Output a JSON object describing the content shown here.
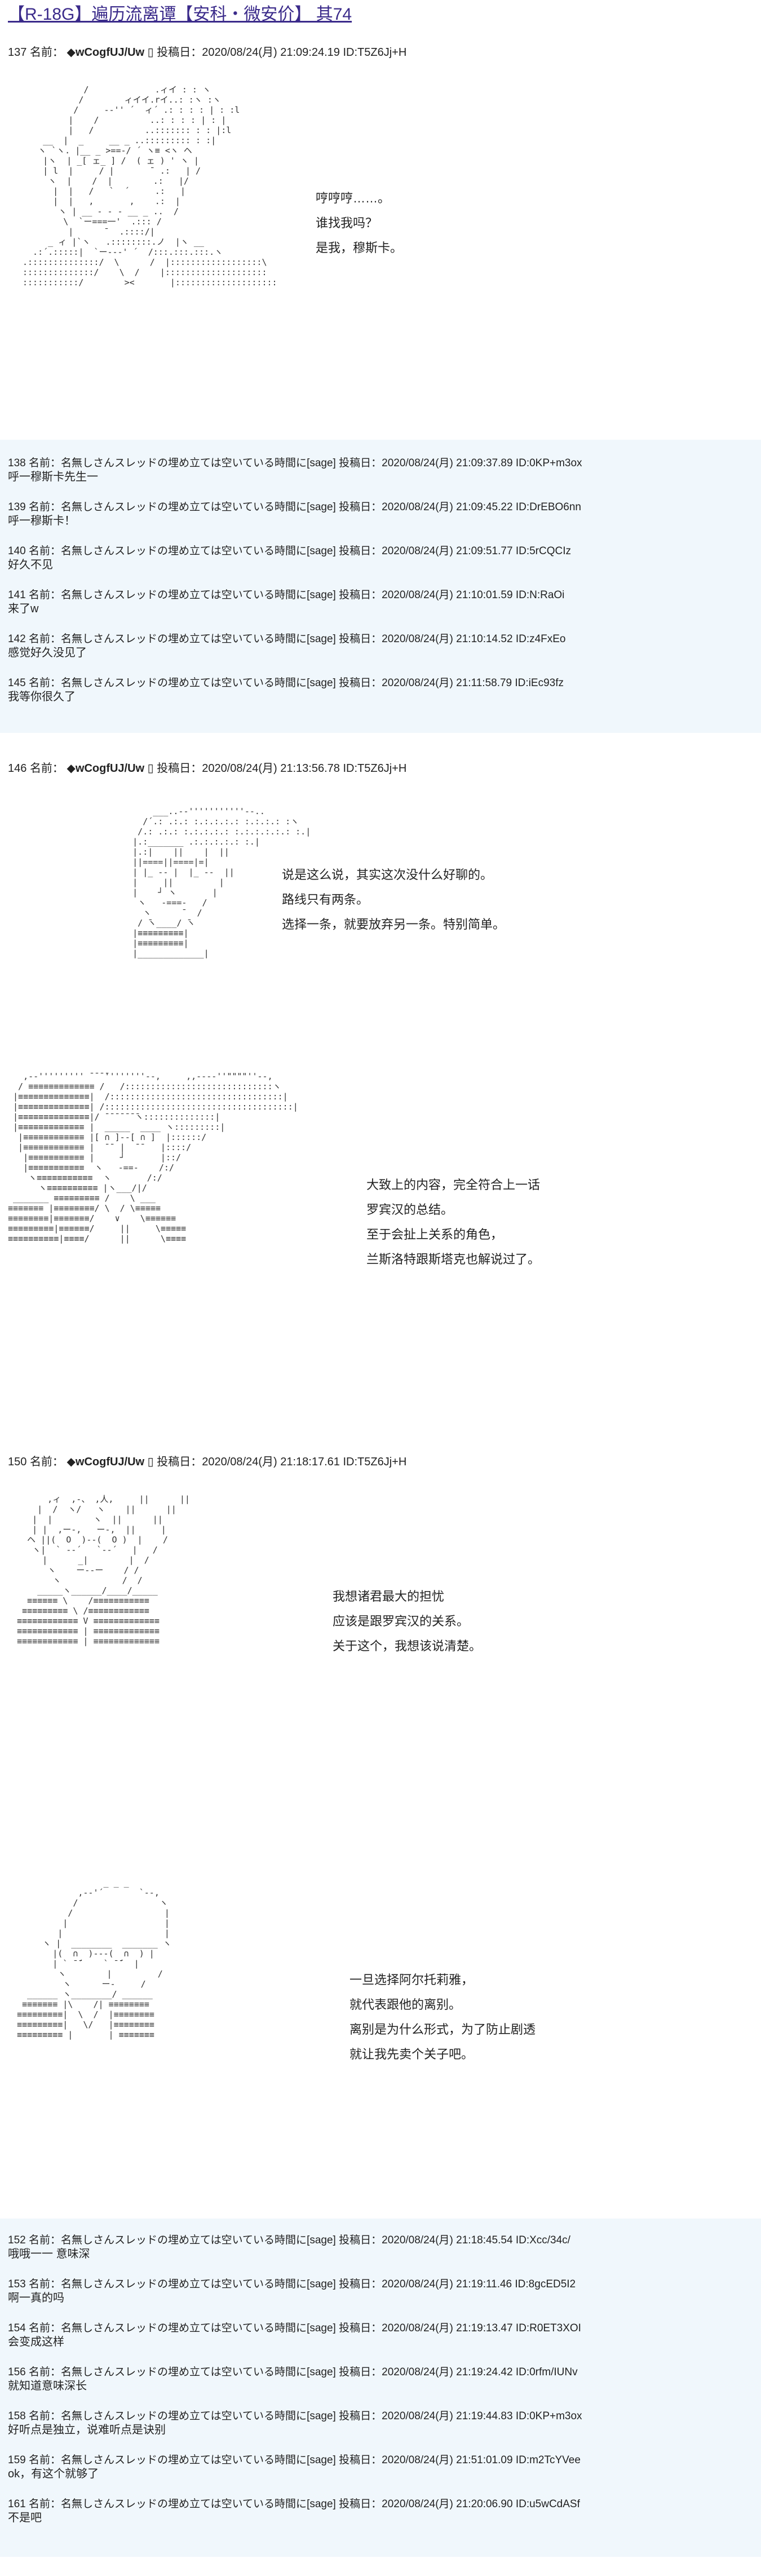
{
  "title": "【R-18G】遍历流离谭【安科・微安价】 其74",
  "name_label": "名前：",
  "date_label": "投稿日：",
  "op_name": "◆wCogfUJ/Uw",
  "op_mark": "▯",
  "posts": [
    {
      "no": "137",
      "date": "2020/08/24(月) 21:09:24.19",
      "id": "ID:T5Z6Jj+H",
      "lines": [
        "哼哼哼……。",
        "谁找我吗？",
        "是我，穆斯卡。"
      ]
    },
    {
      "no": "146",
      "date": "2020/08/24(月) 21:13:56.78",
      "id": "ID:T5Z6Jj+H",
      "lines": [
        "说是这么说，其实这次没什么好聊的。",
        "路线只有两条。",
        "选择一条，就要放弃另一条。特别简单。"
      ],
      "lines2": [
        "大致上的内容，完全符合上一话",
        "罗宾汉的总结。",
        "至于会扯上关系的角色，",
        "兰斯洛特跟斯塔克也解说过了。"
      ]
    },
    {
      "no": "150",
      "date": "2020/08/24(月) 21:18:17.61",
      "id": "ID:T5Z6Jj+H",
      "lines": [
        "我想诸君最大的担忧",
        "应该是跟罗宾汉的关系。",
        "关于这个，我想该说清楚。"
      ],
      "lines2": [
        "一旦选择阿尔托莉雅，",
        "就代表跟他的离别。",
        "离别是为什么形式，为了防止剧透",
        "就让我先卖个关子吧。"
      ]
    }
  ],
  "reply_name": "名無しさんスレッドの埋め立ては空いている時間に",
  "sage": "[sage]",
  "replies_a": [
    {
      "no": "138",
      "date": "2020/08/24(月) 21:09:37.89",
      "id": "ID:0KP+m3ox",
      "text": "呼一穆斯卡先生一"
    },
    {
      "no": "139",
      "date": "2020/08/24(月) 21:09:45.22",
      "id": "ID:DrEBO6nn",
      "text": "呼一穆斯卡！"
    },
    {
      "no": "140",
      "date": "2020/08/24(月) 21:09:51.77",
      "id": "ID:5rCQCIz",
      "text": "好久不见"
    },
    {
      "no": "141",
      "date": "2020/08/24(月) 21:10:01.59",
      "id": "ID:N:RaOi",
      "text": "来了w"
    },
    {
      "no": "142",
      "date": "2020/08/24(月) 21:10:14.52",
      "id": "ID:z4FxEo",
      "text": "感觉好久没见了"
    },
    {
      "no": "145",
      "date": "2020/08/24(月) 21:11:58.79",
      "id": "ID:iEc93fz",
      "text": "我等你很久了"
    }
  ],
  "replies_b": [
    {
      "no": "152",
      "date": "2020/08/24(月) 21:18:45.54",
      "id": "ID:Xcc/34c/",
      "text": "哦哦一一 意味深"
    },
    {
      "no": "153",
      "date": "2020/08/24(月) 21:19:11.46",
      "id": "ID:8gcED5I2",
      "text": "啊一真的吗"
    },
    {
      "no": "154",
      "date": "2020/08/24(月) 21:19:13.47",
      "id": "ID:R0ET3XOI",
      "text": "会变成这样"
    },
    {
      "no": "156",
      "date": "2020/08/24(月) 21:19:24.42",
      "id": "ID:0rfm/IUNv",
      "text": "就知道意味深长"
    },
    {
      "no": "158",
      "date": "2020/08/24(月) 21:19:44.83",
      "id": "ID:0KP+m3ox",
      "text": "好听点是独立，说难听点是诀别"
    },
    {
      "no": "159",
      "date": "2020/08/24(月) 21:51:01.09",
      "id": "ID:m2TcYVee",
      "text": "ok，有这个就够了"
    },
    {
      "no": "161",
      "date": "2020/08/24(月) 21:20:06.90",
      "id": "ID:u5wCdASf",
      "text": "不是吧"
    }
  ],
  "ascii_art": [
    "            /             .ィイ : : ヽ\n           /        ィイイ.rイ..: :ヽ :ヽ\n          /     -‐'' ´  ィ´ .: : : : | : :l\n         |    /          ..: : : : | : |\n         |   /          ..::::::: : : |:l\n    __  |  _     __ _ ..::::::::: : :|\n   ヽ `ヽ. |__ _ >==-/ ´ ヽ≡ <ヽ ヘ\n    |ヽ  | _[ ェ_ ] /  ( ェ ) ' ヽ |\n    | l  |     / |       ̄  .:   | /\n     ヽ  |    /  |        .:   |/\n      |  |   /   `  ´     .:   |\n      |  |   ,       ,    .:  |\n       ヽ | __ ‐ ‐ ‐ __ _ ..  /\n        \\  `ー===一'  .::: /\n         |      ̄   .::::/|\n     _ ィ |`ヽ   .::::::::.ノ  |ヽ __\n  .:´.:::::|  `ー--‐' ´  /:::.:::.:::.ヽ\n.::::::::::::::/  \\      /  |::::::::::::::::::\\\n::::::::::::::/    \\  /    |::::::::::::::::::::\n:::::::::::/        ><       |::::::::::::::::::::",
    "         ___..-‐'''''''''''--..\n       /´.: .:.: :.:.:.:.: :.:.:.: :ヽ\n      /.: .:.: :.:.:.:.: :.:.:.:.:.: :.|\n     |.:_______ .:.:.:.:.: :.|\n     |.:|    ||    |  ||\n     ||====||====|=|\n     | |_ -- |  |_ --  ||\n     |     ||         |\n     |    ┘ ヽ       |\n      ヽ   ‐===‐   /\n       ヽ      ̄   /\n      / ̄ヽ____/ ̄ヽ\n     |≡≡≡≡≡≡≡≡≡|\n     |≡≡≡≡≡≡≡≡≡|\n     |_____________|",
    "   ,-‐''''''''' ̄ ̄ ̄ ̄''''''''‐-,     ,,--‐‐''\"\"\"\"''‐-,\n  / ≡≡≡≡≡≡≡≡≡≡≡≡≡ /   /:::::::::::::::::::::::::::::ヽ\n |≡≡≡≡≡≡≡≡≡≡≡≡≡≡|  /::::::::::::::::::::::::::::::::::|\n |≡≡≡≡≡≡≡≡≡≡≡≡≡≡| /:::::::::::::::::::::::::::::::::::::|\n |≡≡≡≡≡≡≡≡≡≡≡≡≡≡|/ ̄ ̄ ̄ ̄ ̄ ̄ ̄ヽ::::::::::::::|\n |≡≡≡≡≡≡≡≡≡≡≡≡≡ |  _____  ____ ヽ:::::::::|\n  |≡≡≡≡≡≡≡≡≡≡≡≡ |[ ∩ ]--[ ∩ ]  |::::::/\n  |≡≡≡≡≡≡≡≡≡≡≡≡ |  ̄ ̄  |  ̄ ̄    |::::/\n   |≡≡≡≡≡≡≡≡≡≡≡ |     ┘       |::/\n   |≡≡≡≡≡≡≡≡≡≡≡  ヽ   ‐==‐    /:/\n    ヽ≡≡≡≡≡≡≡≡≡≡≡  ヽ       /:/\n      ヽ≡≡≡≡≡≡≡≡≡≡ |ヽ___/|/\n _______ ≡≡≡≡≡≡≡≡≡ /    \\ ___\n≡≡≡≡≡≡≡ |≡≡≡≡≡≡≡≡/ \\  / \\≡≡≡≡≡\n≡≡≡≡≡≡≡≡|≡≡≡≡≡≡≡/    ∨    \\≡≡≡≡≡≡\n≡≡≡≡≡≡≡≡≡|≡≡≡≡≡≡/     ||     \\≡≡≡≡≡\n≡≡≡≡≡≡≡≡≡≡|≡≡≡≡/      ||      \\≡≡≡≡",
    "      ,ィ  ,-、 ,人,     ||      ||\n    |  /  ヽ/   ヽ    ||      ||\n   |  |        ヽ  ||      ||\n   | |  ,ー‐,   ー‐,  ||     |\n  ヘ ||(  O  )--(  O )  |    /\n   ヽ|  ` ‐‐´   `‐‐´   |   /\n     |      _|        |  /\n      ヽ    ー‐‐ー    / /\n       ヽ            /  /\n    _____ヽ______/____/_____\n  ≡≡≡≡≡≡ \\    /≡≡≡≡≡≡≡≡≡≡≡\n ≡≡≡≡≡≡≡≡≡ \\ /≡≡≡≡≡≡≡≡≡≡≡≡\n≡≡≡≡≡≡≡≡≡≡≡≡ V ≡≡≡≡≡≡≡≡≡≡≡≡≡\n≡≡≡≡≡≡≡≡≡≡≡≡ | ≡≡≡≡≡≡≡≡≡≡≡≡≡\n≡≡≡≡≡≡≡≡≡≡≡≡ | ≡≡≡≡≡≡≡≡≡≡≡≡≡",
    "                 _ _ _\n            ,-‐'´       `‐-,\n           /                ヽ\n          /                  |\n         |                   |\n        |                    |\n     ヽ |  ________  _______ ヽ\n       |(  ∩  )---(  ∩  ) |\n       | ` ̄ ̄´    ` ̄ ̄´  |\n        ヽ        |         /\n         ヽ      ー‐     /\n  ______ ヽ________/ ______\n ≡≡≡≡≡≡≡ |\\    /| ≡≡≡≡≡≡≡≡\n≡≡≡≡≡≡≡≡≡|  \\  /  |≡≡≡≡≡≡≡≡\n≡≡≡≡≡≡≡≡≡|   \\/   |≡≡≡≡≡≡≡≡\n≡≡≡≡≡≡≡≡≡ |       | ≡≡≡≡≡≡≡"
  ]
}
